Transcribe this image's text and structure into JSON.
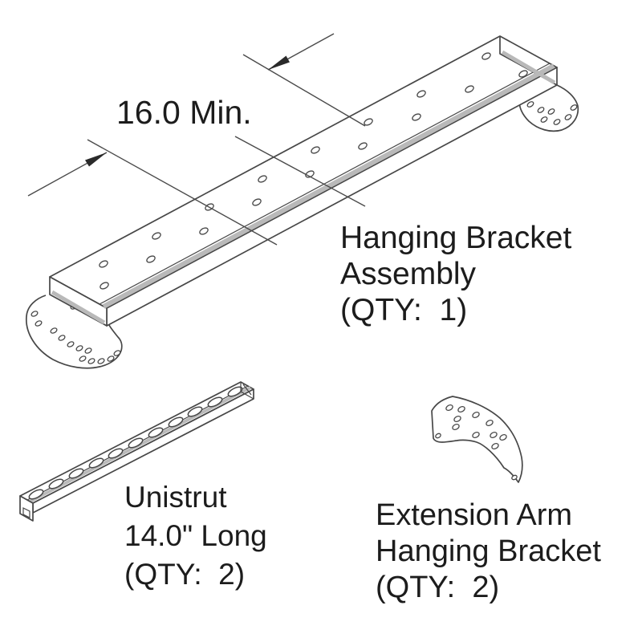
{
  "labels": {
    "dimension": "16.0 Min.",
    "assembly": {
      "line1": "Hanging Bracket",
      "line2": "Assembly",
      "line3": "(QTY:  1)"
    },
    "unistrut": {
      "line1": "Unistrut",
      "line2": "14.0\" Long",
      "line3": "(QTY:  2)"
    },
    "extension": {
      "line1": "Extension Arm",
      "line2": "Hanging Bracket",
      "line3": "(QTY:  2)"
    }
  },
  "colors": {
    "line": "#474747",
    "text": "#1c1c1c",
    "shade": "#b9b9b9",
    "background": "#ffffff"
  }
}
